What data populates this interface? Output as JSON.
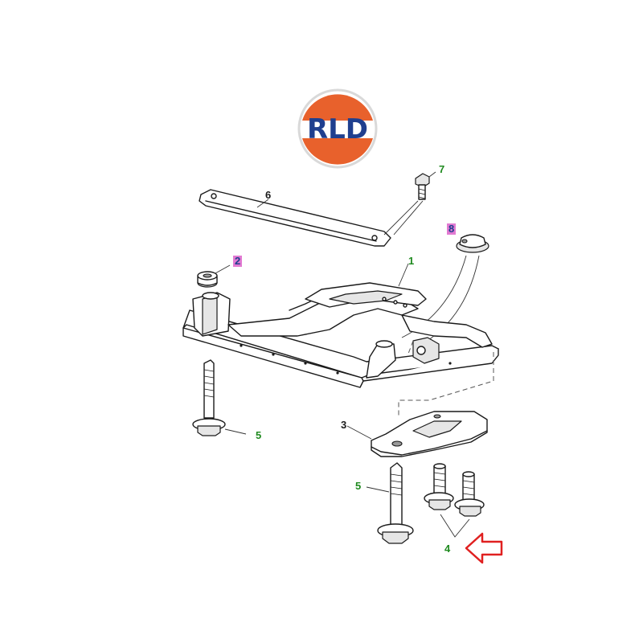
{
  "logo": {
    "text": "RLD",
    "ring_color": "#e8612c",
    "text_color": "#1f3f8f"
  },
  "callouts": [
    {
      "id": "1",
      "label": "1",
      "color": "#1f8a1f",
      "highlight": false
    },
    {
      "id": "2",
      "label": "2",
      "color": "#1f3f8f",
      "highlight": true
    },
    {
      "id": "3",
      "label": "3",
      "color": "#1a1a1a",
      "highlight": false
    },
    {
      "id": "4",
      "label": "4",
      "color": "#1f8a1f",
      "highlight": false
    },
    {
      "id": "5a",
      "label": "5",
      "color": "#1f8a1f",
      "highlight": false
    },
    {
      "id": "5b",
      "label": "5",
      "color": "#1f8a1f",
      "highlight": false
    },
    {
      "id": "6",
      "label": "6",
      "color": "#1a1a1a",
      "highlight": false
    },
    {
      "id": "7",
      "label": "7",
      "color": "#1f8a1f",
      "highlight": false
    },
    {
      "id": "8",
      "label": "8",
      "color": "#1f3f8f",
      "highlight": true
    }
  ],
  "pointer": {
    "icon": "arrow-left-outline-icon",
    "color": "#e02020"
  }
}
